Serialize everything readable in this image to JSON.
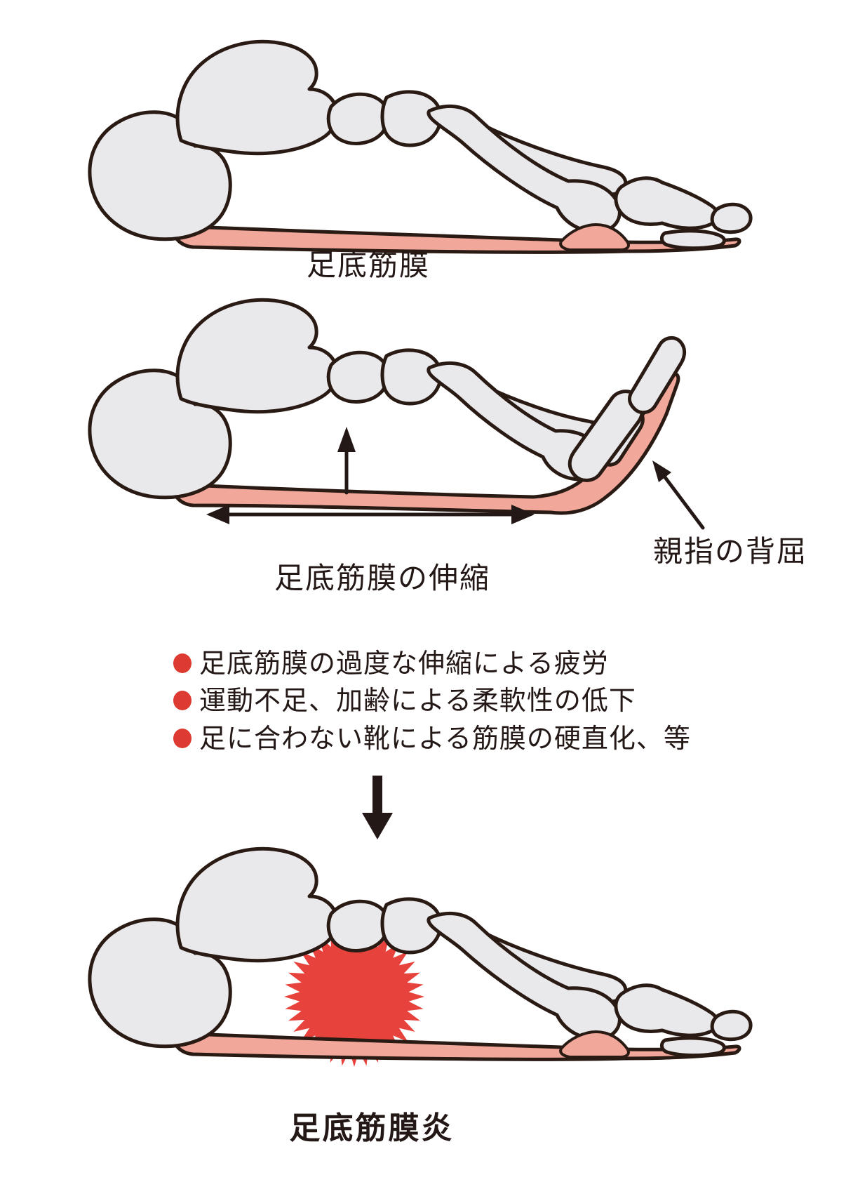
{
  "colors": {
    "outline": "#2a1a14",
    "bone": "#e9e9eb",
    "fascia": "#f2a79b",
    "inflammation": "#e8423c",
    "bullet": "#dd3a32",
    "text": "#231815",
    "background": "#ffffff"
  },
  "figure_normal": {
    "fascia_label": "足底筋膜"
  },
  "figure_stretch": {
    "stretch_label": "足底筋膜の伸縮",
    "toe_label": "親指の背屈"
  },
  "causes": {
    "items": [
      "足底筋膜の過度な伸縮による疲労",
      "運動不足、加齢による柔軟性の低下",
      "足に合わない靴による筋膜の硬直化、等"
    ]
  },
  "figure_inflamed": {
    "label": "足底筋膜炎"
  }
}
